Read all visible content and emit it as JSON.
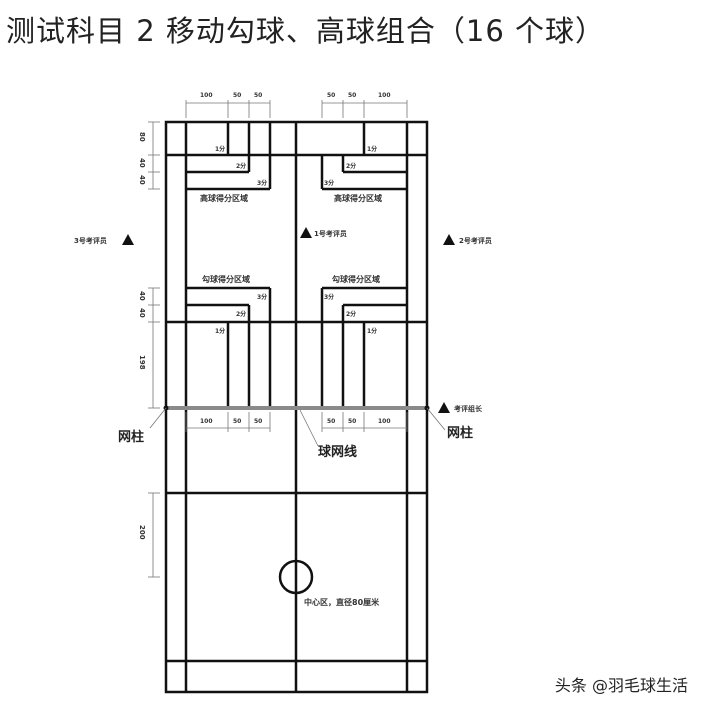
{
  "title": "测试科目 2   移动勾球、高球组合（16 个球）",
  "court": {
    "top_dims": {
      "left": [
        "100",
        "50",
        "50"
      ],
      "right": [
        "50",
        "50",
        "100"
      ]
    },
    "net_dims": {
      "left": [
        "100",
        "50",
        "50"
      ],
      "right": [
        "50",
        "50",
        "100"
      ]
    },
    "left_dims": {
      "top": [
        "80",
        "40",
        "40"
      ],
      "middle": [
        "40",
        "40",
        "198"
      ],
      "lower": "200"
    },
    "zone_scores": {
      "high_left": [
        "1分",
        "2分",
        "3分"
      ],
      "high_right": [
        "1分",
        "2分",
        "3分"
      ],
      "drop_left": [
        "3分",
        "2分",
        "1分"
      ],
      "drop_right": [
        "3分",
        "2分",
        "1分"
      ]
    },
    "high_zone_label": "高球得分区域",
    "drop_zone_label": "勾球得分区域",
    "referee_1": "1号考评员",
    "referee_2": "2号考评员",
    "referee_3": "3号考评员",
    "chief_referee": "考评组长",
    "net_post": "网柱",
    "net_line": "球网线",
    "center_zone": "中心区，直径80厘米"
  },
  "watermark": "头条 @羽毛球生活"
}
